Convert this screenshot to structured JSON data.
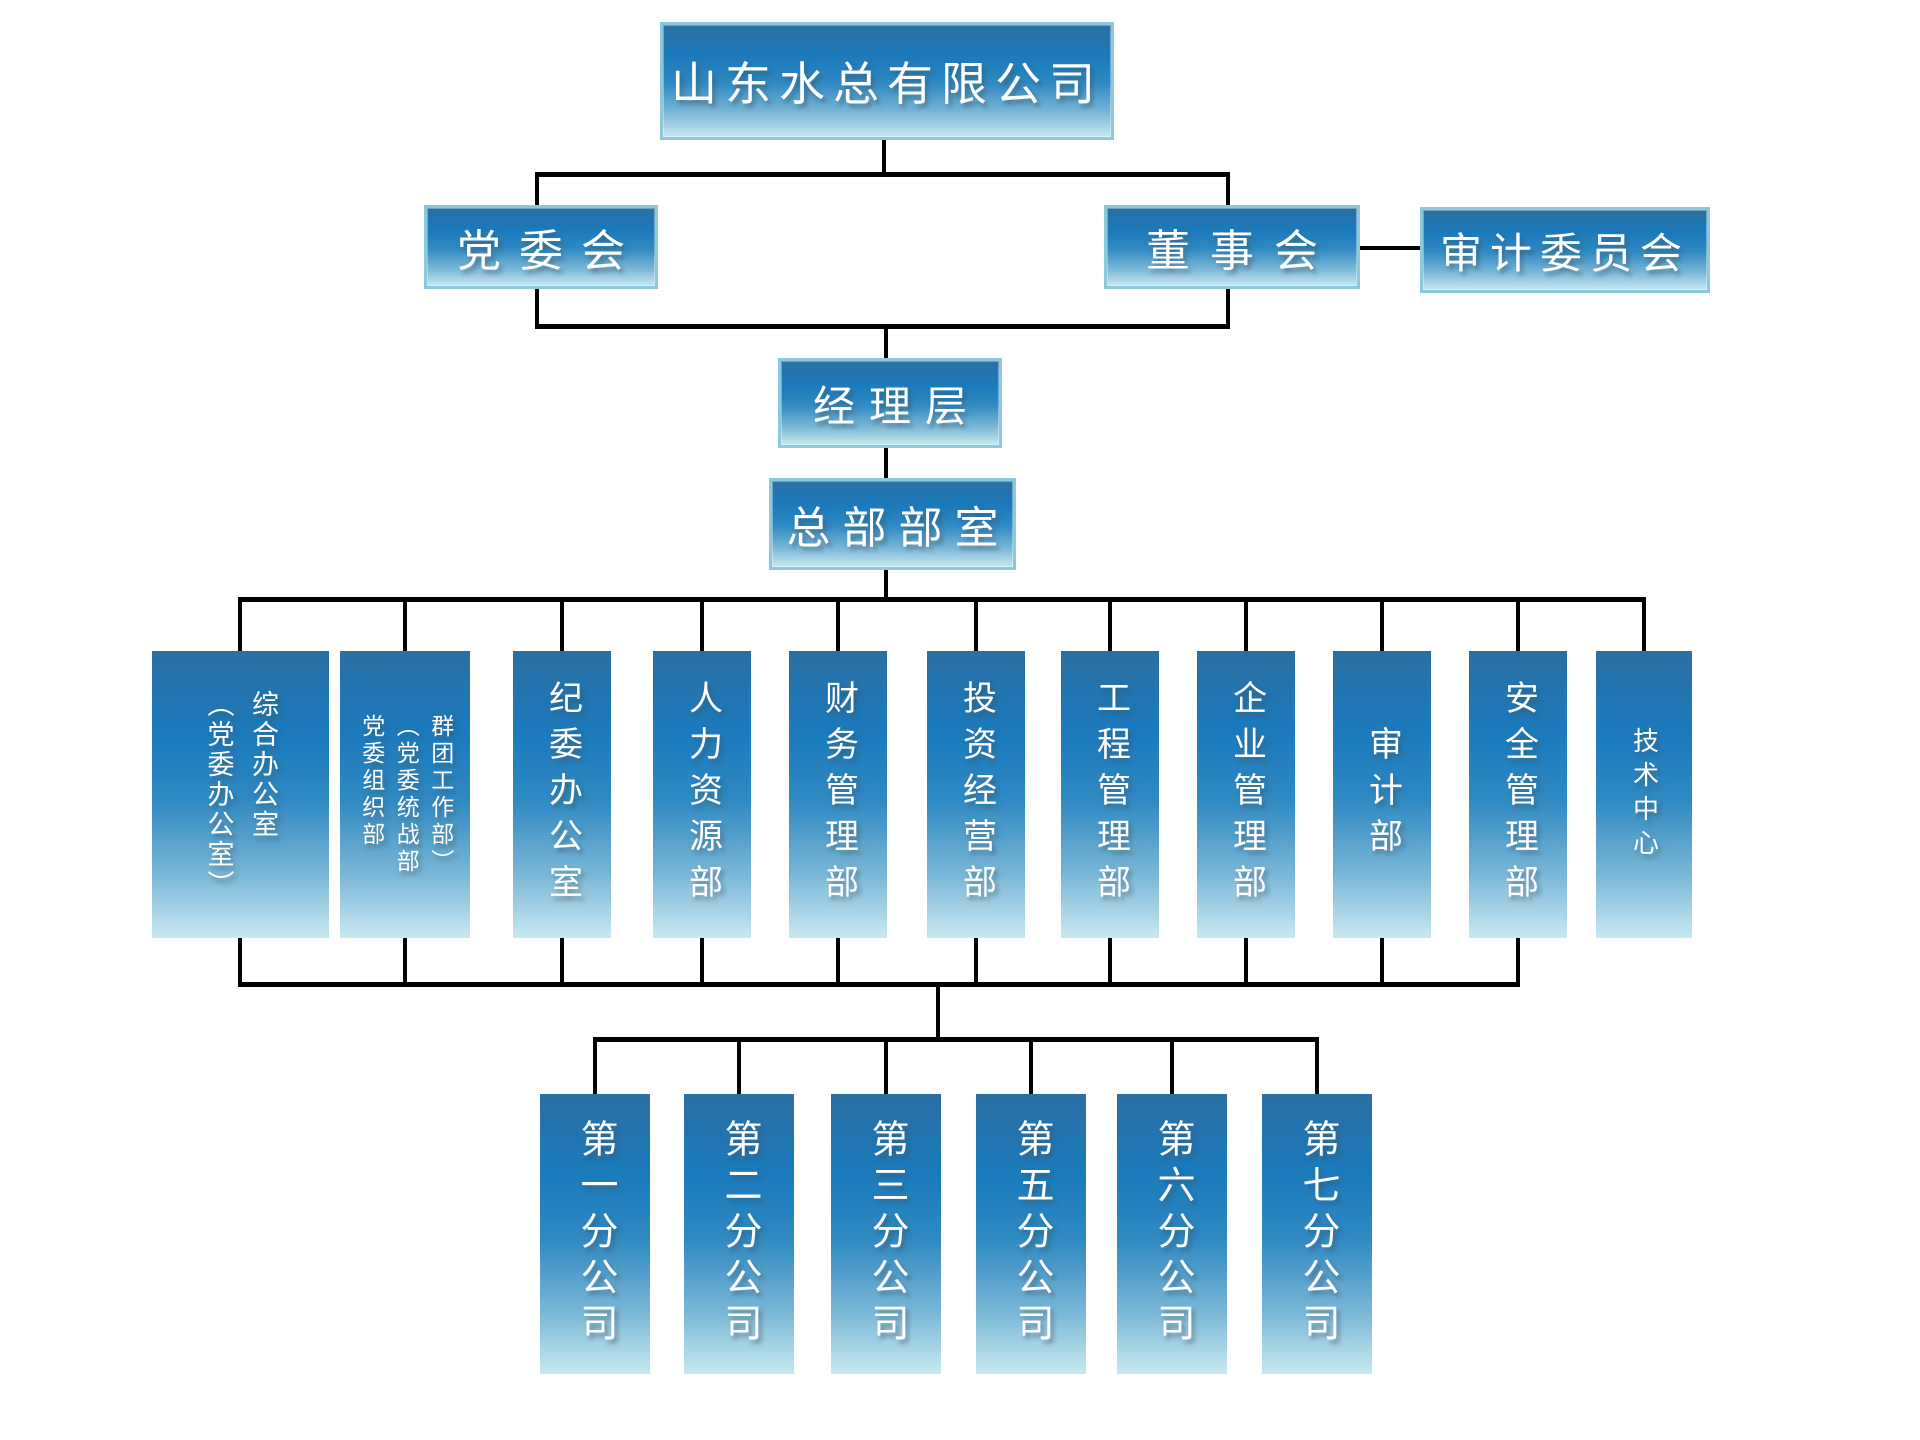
{
  "page": {
    "type": "organization-chart",
    "language": "zh-CN",
    "background": "#ffffff"
  },
  "chart": {
    "root": {
      "label": "山东水总有限公司"
    },
    "governance": {
      "party_committee": "党委会",
      "board": "董事会",
      "audit_committee": "审计委员会"
    },
    "management": {
      "label": "经理层"
    },
    "hq": {
      "label": "总部部室"
    },
    "departments": [
      {
        "text": "综合办公室\n（党委办公室）"
      },
      {
        "text": "群团工作部）\n（党委统战部\n党委组织部"
      },
      {
        "text": "纪委办公室"
      },
      {
        "text": "人力资源部"
      },
      {
        "text": "财务管理部"
      },
      {
        "text": "投资经营部"
      },
      {
        "text": "工程管理部"
      },
      {
        "text": "企业管理部"
      },
      {
        "text": "审计部"
      },
      {
        "text": "安全管理部"
      },
      {
        "text": "技术中心"
      }
    ],
    "branches": [
      {
        "label": "第一分公司"
      },
      {
        "label": "第二分公司"
      },
      {
        "label": "第三分公司"
      },
      {
        "label": "第五分公司"
      },
      {
        "label": "第六分公司"
      },
      {
        "label": "第七分公司"
      }
    ]
  },
  "colors": {
    "line_color": "#000000",
    "border_color": "#8ccadb",
    "text_color": "#ffffff",
    "grad_top": "#2a6fa3",
    "grad_upper": "#1b7abc",
    "grad_mid": "#2f89c2",
    "grad_lower": "#7ab7d6",
    "grad_bottom": "#c9e8f1"
  }
}
